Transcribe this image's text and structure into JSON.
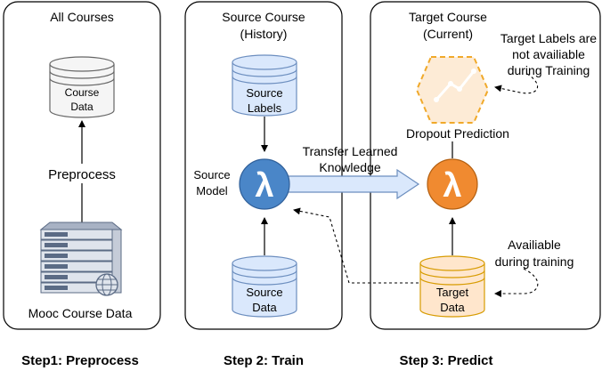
{
  "panels": {
    "all_courses": {
      "title": "All Courses"
    },
    "source": {
      "title_line1": "Source Course",
      "title_line2": "(History)"
    },
    "target": {
      "title_line1": "Target Course",
      "title_line2": "(Current)"
    }
  },
  "nodes": {
    "course_data": {
      "line1": "Course",
      "line2": "Data"
    },
    "preprocess": {
      "label": "Preprocess"
    },
    "mooc": {
      "label": "Mooc Course Data"
    },
    "source_labels": {
      "line1": "Source",
      "line2": "Labels"
    },
    "source_model": {
      "line1": "Source",
      "line2": "Model",
      "symbol": "λ"
    },
    "source_data": {
      "line1": "Source",
      "line2": "Data"
    },
    "target_labels_note": {
      "line1": "Target Labels are",
      "line2": "not availiable",
      "line3": "during Training"
    },
    "dropout_prediction": {
      "label": "Dropout Prediction"
    },
    "target_model": {
      "symbol": "λ"
    },
    "transfer": {
      "line1": "Transfer Learned",
      "line2": "Knowledge"
    },
    "available_note": {
      "line1": "Availiable",
      "line2": "during training"
    },
    "target_data": {
      "line1": "Target",
      "line2": "Data"
    }
  },
  "steps": {
    "step1": "Step1: Preprocess",
    "step2": "Step 2: Train",
    "step3": "Step 3: Predict"
  },
  "colors": {
    "gray_fill": "#f5f5f5",
    "gray_stroke": "#666666",
    "blue_fill": "#dae8fc",
    "blue_stroke": "#6c8ebf",
    "blue_circle": "#4a86c8",
    "orange_fill": "#ffe6cc",
    "orange_stroke": "#d79b00",
    "orange_circle": "#f08a30"
  },
  "icons": [
    "server-icon",
    "globe-icon",
    "lambda-icon",
    "chart-hexagon-icon"
  ]
}
